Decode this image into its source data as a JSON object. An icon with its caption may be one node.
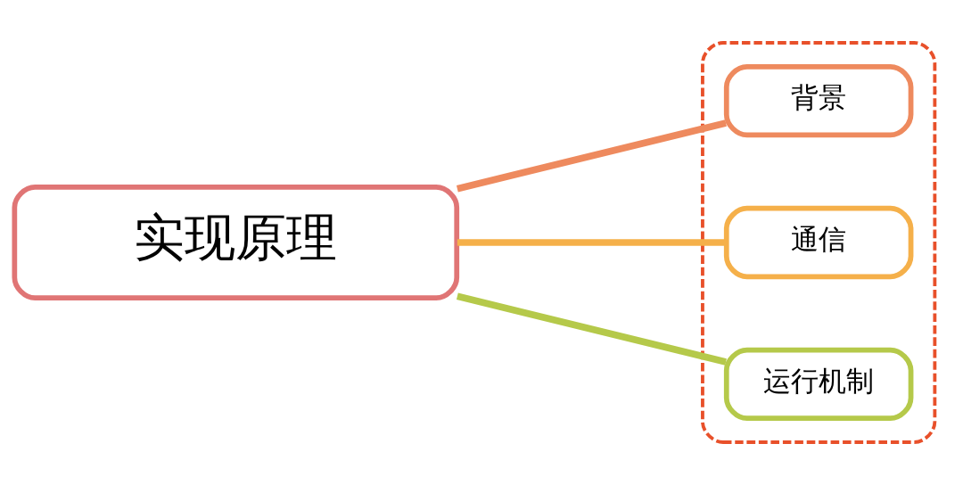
{
  "diagram": {
    "nodes": [
      {
        "text": [
          "实现原理"
        ]
      },
      {
        "text": [],
        "shape": "box"
      },
      {
        "text": [
          "背景"
        ],
        "in": 1
      },
      {
        "text": [
          "通信"
        ],
        "in": 1
      },
      {
        "text": [
          "运行机制"
        ],
        "in": 1
      }
    ],
    "edges": [
      {
        "from": 0,
        "to": 2,
        "arrow": "none",
        "color": "#ee8a5e"
      },
      {
        "from": 0,
        "to": 3,
        "arrow": "none",
        "color": "#f5b04a"
      },
      {
        "from": 0,
        "to": 4,
        "arrow": "none",
        "color": "#b5c94a"
      }
    ]
  }
}
